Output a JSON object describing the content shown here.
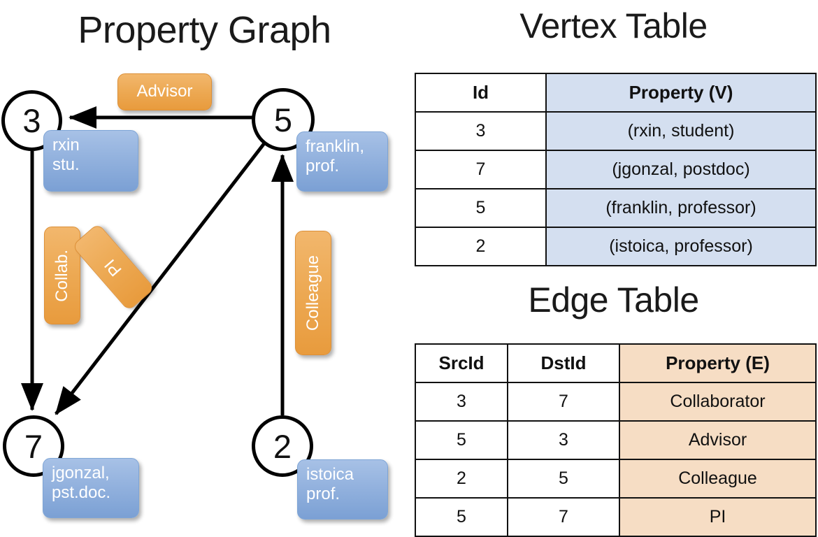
{
  "titles": {
    "property_graph": "Property Graph",
    "vertex_table": "Vertex Table",
    "edge_table": "Edge Table"
  },
  "colors": {
    "vertex_cell_bg": "#d4dff0",
    "edge_cell_bg": "#f6ddc4",
    "vertex_box": "#93b2de",
    "edge_box": "#edaa55",
    "stroke": "#111111",
    "background": "#ffffff"
  },
  "graph": {
    "nodes": [
      {
        "id": "3",
        "label": "3",
        "property_lines": [
          "rxin",
          "stu."
        ]
      },
      {
        "id": "5",
        "label": "5",
        "property_lines": [
          "franklin,",
          "prof."
        ]
      },
      {
        "id": "7",
        "label": "7",
        "property_lines": [
          "jgonzal,",
          "pst.doc."
        ]
      },
      {
        "id": "2",
        "label": "2",
        "property_lines": [
          "istoica",
          "prof."
        ]
      }
    ],
    "edge_labels": [
      {
        "name": "advisor",
        "text": "Advisor",
        "orientation": "horizontal"
      },
      {
        "name": "collab",
        "text": "Collab.",
        "orientation": "vertical"
      },
      {
        "name": "pi",
        "text": "PI",
        "orientation": "rotated"
      },
      {
        "name": "colleague",
        "text": "Colleague",
        "orientation": "vertical"
      }
    ],
    "edges": [
      {
        "from": "5",
        "to": "3",
        "label": "Advisor"
      },
      {
        "from": "3",
        "to": "7",
        "label": "Collab."
      },
      {
        "from": "5",
        "to": "7",
        "label": "PI"
      },
      {
        "from": "2",
        "to": "5",
        "label": "Colleague"
      }
    ]
  },
  "vertex_table": {
    "headers": [
      "Id",
      "Property (V)"
    ],
    "rows": [
      {
        "id": "3",
        "property": "(rxin, student)"
      },
      {
        "id": "7",
        "property": "(jgonzal, postdoc)"
      },
      {
        "id": "5",
        "property": "(franklin, professor)"
      },
      {
        "id": "2",
        "property": "(istoica, professor)"
      }
    ]
  },
  "edge_table": {
    "headers": [
      "SrcId",
      "DstId",
      "Property (E)"
    ],
    "rows": [
      {
        "src": "3",
        "dst": "7",
        "property": "Collaborator"
      },
      {
        "src": "5",
        "dst": "3",
        "property": "Advisor"
      },
      {
        "src": "2",
        "dst": "5",
        "property": "Colleague"
      },
      {
        "src": "5",
        "dst": "7",
        "property": "PI"
      }
    ]
  }
}
